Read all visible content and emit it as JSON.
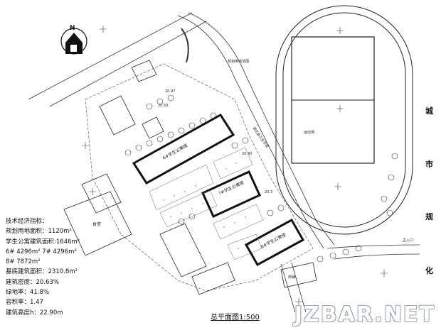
{
  "north_label": "N",
  "street_chars": [
    "城",
    "市",
    "规",
    "化"
  ],
  "title": "总平面图1:500",
  "watermark": "JZBAR.NET",
  "tech_notes": {
    "heading": "技术经济指标：",
    "site_area": "规划用地面积：1120m²",
    "apartment_area": "学生公寓建筑面积:1646m²",
    "block_6_7": "6# 4296m² 7# 4296m²",
    "block_8": "8# 7872m²",
    "footprint": "基底建筑面积：2310.8m²",
    "density": "建筑密度：20.63%",
    "green": "绿地率：41.8%",
    "far": "容积率：1.47",
    "height": "建筑高度h：22.90m"
  },
  "plan_labels": {
    "b6": "6#学生公寓楼",
    "b7": "7#学生公寓楼",
    "b8": "8#学生公寓楼",
    "canteen": "食堂",
    "sports_field": "运动场",
    "school": "湖北省工业学校",
    "entrance": "主入口",
    "shop": "商铺",
    "boundary": "规划用地范围",
    "lvl_1": "20.97",
    "lvl_2": "20.40",
    "lvl_3": "20.50",
    "lvl_4": "20.3"
  }
}
